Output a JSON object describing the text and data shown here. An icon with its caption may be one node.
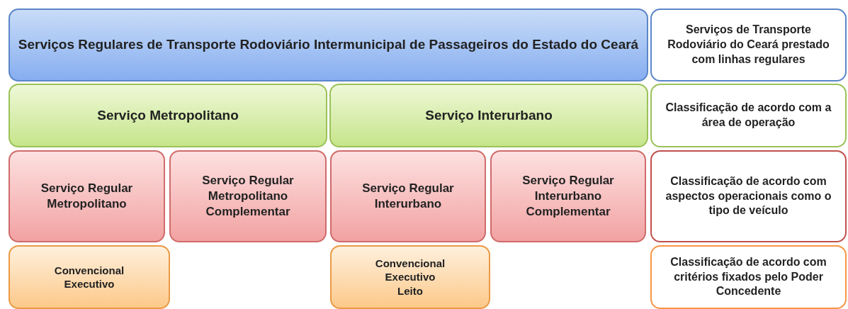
{
  "diagram": {
    "nodes": [
      {
        "text": [
          "Serviços  Regulares de Transporte Rodoviário Intermunicipal de Passageiros do Estado do Ceará"
        ]
      },
      {
        "text": [
          "Serviços de Transporte Rodoviário do Ceará prestado com linhas regulares"
        ]
      },
      {
        "text": [
          "Serviço Metropolitano"
        ]
      },
      {
        "text": [
          "Serviço Interurbano"
        ]
      },
      {
        "text": [
          "Classificação de acordo com a área de operação"
        ]
      },
      {
        "text": [
          "Serviço  Regular Metropolitano"
        ]
      },
      {
        "text": [
          "Serviço  Regular Metropolitano Complementar"
        ]
      },
      {
        "text": [
          "Serviço  Regular Interurbano"
        ]
      },
      {
        "text": [
          "Serviço  Regular Interurbano Complementar"
        ]
      },
      {
        "text": [
          "Classificação de acordo com aspectos operacionais como o tipo de veículo"
        ]
      },
      {
        "text": [
          "Convencional",
          "Executivo"
        ]
      },
      {
        "text": [
          "Convencional",
          "Executivo",
          "Leito"
        ]
      },
      {
        "text": [
          "Classificação de acordo com  critérios fixados pelo Poder Concedente"
        ]
      }
    ]
  }
}
